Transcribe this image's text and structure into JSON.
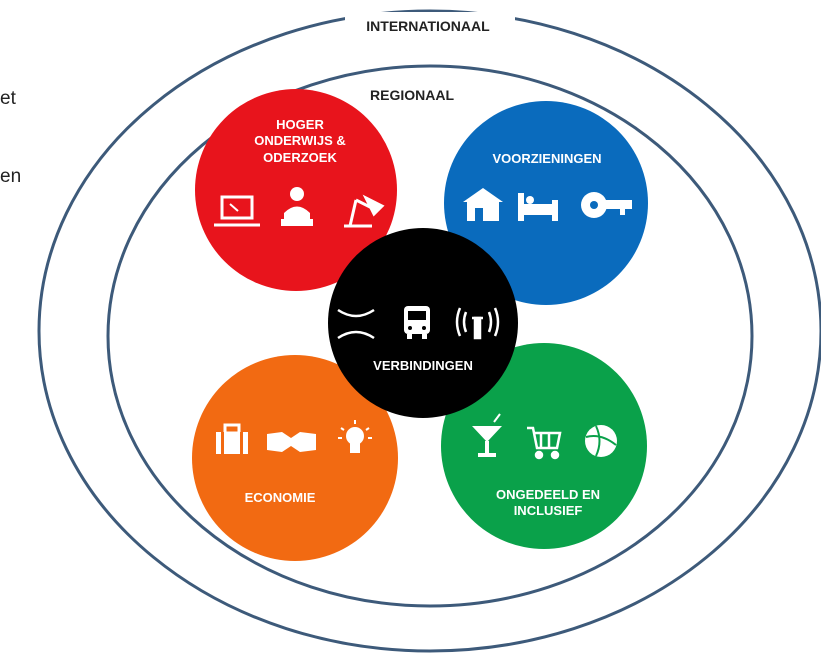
{
  "side_text": {
    "line1": "et",
    "line2": "en"
  },
  "rings": {
    "outer_label": "INTERNATIONAAL",
    "inner_label": "REGIONAAL",
    "stroke_color": "#3d5a7a"
  },
  "circles": {
    "onderwijs": {
      "label_lines": [
        "HOGER",
        "ONDERWIJS &",
        "ODERZOEK"
      ],
      "color": "#e8141c",
      "icons": [
        "laptop-icon",
        "student-reading-icon",
        "desk-lamp-icon"
      ]
    },
    "voorzieningen": {
      "label_lines": [
        "VOORZIENINGEN"
      ],
      "color": "#0a6bbd",
      "icons": [
        "house-icon",
        "bed-icon",
        "key-icon"
      ]
    },
    "economie": {
      "label_lines": [
        "ECONOMIE"
      ],
      "color": "#f26a12",
      "icons": [
        "briefcase-icon",
        "handshake-icon",
        "lightbulb-icon"
      ]
    },
    "ongedeeld": {
      "label_lines": [
        "ONGEDEELD EN",
        "INCLUSIEF"
      ],
      "color": "#0aa14a",
      "icons": [
        "cocktail-glass-icon",
        "shopping-cart-icon",
        "basketball-icon"
      ]
    },
    "verbindingen": {
      "label_lines": [
        "VERBINDINGEN"
      ],
      "color": "#000000",
      "icons": [
        "road-icon",
        "bus-icon",
        "antenna-icon"
      ]
    }
  }
}
